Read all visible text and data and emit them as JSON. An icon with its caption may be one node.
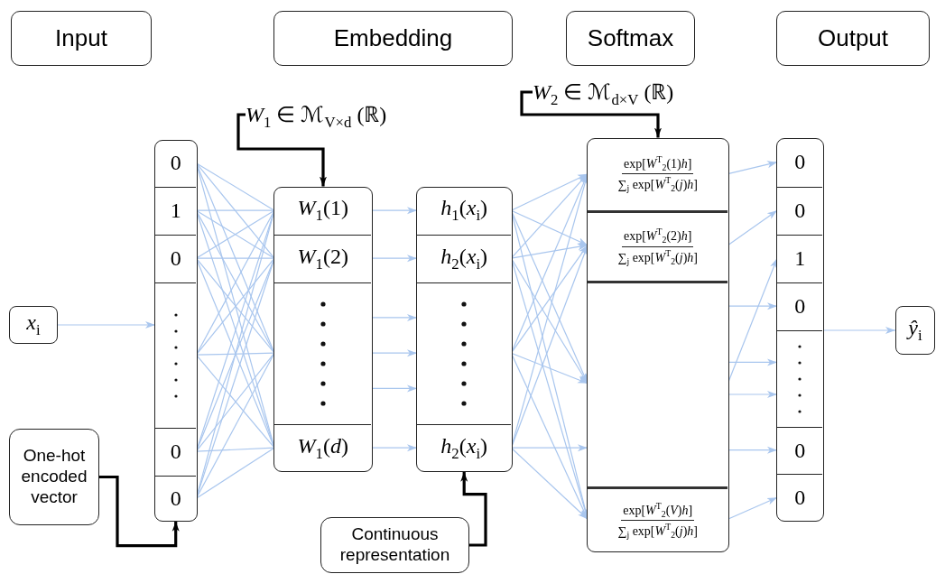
{
  "diagram": {
    "nodes": [
      {
        "text": [
          "Input"
        ]
      },
      {
        "text": [
          "Embedding"
        ]
      },
      {
        "text": [
          "Softmax"
        ]
      },
      {
        "text": [
          "Output"
        ]
      },
      {
        "text": [
          "*W*$_{2}$ ∈ ℳ$_{d×V}$ (ℝ)"
        ]
      },
      {
        "text": [
          "*W*$_{1}$ ∈ ℳ$_{V×d}$ (ℝ)"
        ]
      },
      {
        "text": [],
        "shape": "box"
      },
      {
        "text": [
          "0"
        ],
        "in": 6
      },
      {
        "text": [
          "1"
        ],
        "in": 6
      },
      {
        "text": [
          "0"
        ],
        "in": 6
      },
      {
        "text": [],
        "shape": "box",
        "in": 6
      },
      {
        "text": [
          "0"
        ],
        "in": 6
      },
      {
        "text": [
          "0"
        ],
        "in": 6
      },
      {
        "text": [],
        "shape": "box"
      },
      {
        "text": [
          "*W*$_{1}$(1)"
        ],
        "in": 13
      },
      {
        "text": [
          "*W*$_{1}$(2)"
        ],
        "in": 13
      },
      {
        "text": [],
        "shape": "box",
        "in": 13
      },
      {
        "text": [
          "*W*$_{1}$(*d*)"
        ],
        "in": 13
      },
      {
        "text": [],
        "shape": "box"
      },
      {
        "text": [
          "*h*$_{1}$(*x*$_{i}$)"
        ],
        "in": 18
      },
      {
        "text": [
          "*h*$_{2}$(*x*$_{i}$)"
        ],
        "in": 18
      },
      {
        "text": [],
        "shape": "box",
        "in": 18
      },
      {
        "text": [
          "*h*$_{2}$(*x*$_{i}$)"
        ],
        "in": 18
      },
      {
        "text": [],
        "shape": "box"
      },
      {
        "text": [
          "exp[*W*$^{T}$$_{2}$(1)*h*]",
          "∑$_{j}$ exp[*W*$^{T}$$_{2}$(*j*)*h*]"
        ],
        "in": 23
      },
      {
        "text": [
          "exp[*W*$^{T}$$_{2}$(2)*h*]",
          "∑$_{j}$ exp[*W*$^{T}$$_{2}$(*j*)*h*]"
        ],
        "in": 23
      },
      {
        "text": [],
        "shape": "box",
        "in": 23
      },
      {
        "text": [
          "exp[*W*$^{T}$$_{2}$(*V*)*h*]",
          "∑$_{j}$ exp[*W*$^{T}$$_{2}$(*j*)*h*]"
        ],
        "in": 23
      },
      {
        "text": [],
        "shape": "box"
      },
      {
        "text": [
          "0"
        ],
        "in": 28
      },
      {
        "text": [
          "0"
        ],
        "in": 28
      },
      {
        "text": [
          "1"
        ],
        "in": 28
      },
      {
        "text": [
          "0"
        ],
        "in": 28
      },
      {
        "text": [],
        "shape": "box",
        "in": 28
      },
      {
        "text": [
          "0"
        ],
        "in": 28
      },
      {
        "text": [
          "0"
        ],
        "in": 28
      },
      {
        "text": [
          "*x*$_{i}$"
        ]
      },
      {
        "text": [
          "*ŷ*$_{i}$"
        ]
      },
      {
        "text": [
          "One-hot encoded vector"
        ]
      },
      {
        "text": [
          "Continuous representation"
        ]
      }
    ],
    "edges": [
      {
        "from": 36,
        "to": 10,
        "arrow": "to"
      },
      {
        "from": 38,
        "to": 12,
        "arrow": "to",
        "style": "thick",
        "color": "#000000"
      },
      {
        "from": 5,
        "to": 13,
        "arrow": "to",
        "style": "thick",
        "color": "#000000"
      },
      {
        "from": 7,
        "to": 14,
        "arrow": "none"
      },
      {
        "from": 7,
        "to": 15,
        "arrow": "none"
      },
      {
        "from": 7,
        "to": 16,
        "arrow": "none"
      },
      {
        "from": 7,
        "to": 17,
        "arrow": "none"
      },
      {
        "from": 8,
        "to": 14,
        "arrow": "none"
      },
      {
        "from": 8,
        "to": 15,
        "arrow": "none"
      },
      {
        "from": 8,
        "to": 16,
        "arrow": "none"
      },
      {
        "from": 8,
        "to": 17,
        "arrow": "none"
      },
      {
        "from": 9,
        "to": 14,
        "arrow": "none"
      },
      {
        "from": 9,
        "to": 15,
        "arrow": "none"
      },
      {
        "from": 9,
        "to": 16,
        "arrow": "none"
      },
      {
        "from": 9,
        "to": 17,
        "arrow": "none"
      },
      {
        "from": 10,
        "to": 14,
        "arrow": "none"
      },
      {
        "from": 10,
        "to": 15,
        "arrow": "none"
      },
      {
        "from": 10,
        "to": 16,
        "arrow": "none"
      },
      {
        "from": 10,
        "to": 17,
        "arrow": "none"
      },
      {
        "from": 11,
        "to": 14,
        "arrow": "none"
      },
      {
        "from": 11,
        "to": 15,
        "arrow": "none"
      },
      {
        "from": 11,
        "to": 16,
        "arrow": "none"
      },
      {
        "from": 11,
        "to": 17,
        "arrow": "none"
      },
      {
        "from": 12,
        "to": 14,
        "arrow": "none"
      },
      {
        "from": 12,
        "to": 15,
        "arrow": "none"
      },
      {
        "from": 12,
        "to": 16,
        "arrow": "none"
      },
      {
        "from": 12,
        "to": 17,
        "arrow": "none"
      },
      {
        "from": 14,
        "to": 19,
        "arrow": "to"
      },
      {
        "from": 15,
        "to": 20,
        "arrow": "to"
      },
      {
        "from": 16,
        "to": 21,
        "arrow": "to"
      },
      {
        "from": 16,
        "to": 21,
        "arrow": "to"
      },
      {
        "from": 16,
        "to": 21,
        "arrow": "to"
      },
      {
        "from": 17,
        "to": 22,
        "arrow": "to"
      },
      {
        "from": 19,
        "to": 24,
        "arrow": "to"
      },
      {
        "from": 19,
        "to": 25,
        "arrow": "to"
      },
      {
        "from": 19,
        "to": 26,
        "arrow": "to"
      },
      {
        "from": 19,
        "to": 27,
        "arrow": "to"
      },
      {
        "from": 20,
        "to": 24,
        "arrow": "to"
      },
      {
        "from": 20,
        "to": 25,
        "arrow": "to"
      },
      {
        "from": 20,
        "to": 26,
        "arrow": "to"
      },
      {
        "from": 20,
        "to": 27,
        "arrow": "to"
      },
      {
        "from": 21,
        "to": 24,
        "arrow": "to"
      },
      {
        "from": 21,
        "to": 25,
        "arrow": "to"
      },
      {
        "from": 21,
        "to": 26,
        "arrow": "to"
      },
      {
        "from": 21,
        "to": 27,
        "arrow": "to"
      },
      {
        "from": 22,
        "to": 24,
        "arrow": "to"
      },
      {
        "from": 22,
        "to": 25,
        "arrow": "to"
      },
      {
        "from": 22,
        "to": 26,
        "arrow": "to"
      },
      {
        "from": 22,
        "to": 27,
        "arrow": "to"
      },
      {
        "from": 39,
        "to": 22,
        "arrow": "to",
        "style": "thick",
        "color": "#000000"
      },
      {
        "from": 4,
        "to": 23,
        "arrow": "to",
        "style": "thick",
        "color": "#000000"
      },
      {
        "from": 24,
        "to": 29,
        "arrow": "to"
      },
      {
        "from": 25,
        "to": 30,
        "arrow": "to"
      },
      {
        "from": 26,
        "to": 31,
        "arrow": "to"
      },
      {
        "from": 26,
        "to": 32,
        "arrow": "to"
      },
      {
        "from": 26,
        "to": 33,
        "arrow": "to"
      },
      {
        "from": 26,
        "to": 33,
        "arrow": "to"
      },
      {
        "from": 26,
        "to": 34,
        "arrow": "to"
      },
      {
        "from": 27,
        "to": 35,
        "arrow": "to"
      },
      {
        "from": 28,
        "to": 37,
        "arrow": "to"
      }
    ]
  }
}
